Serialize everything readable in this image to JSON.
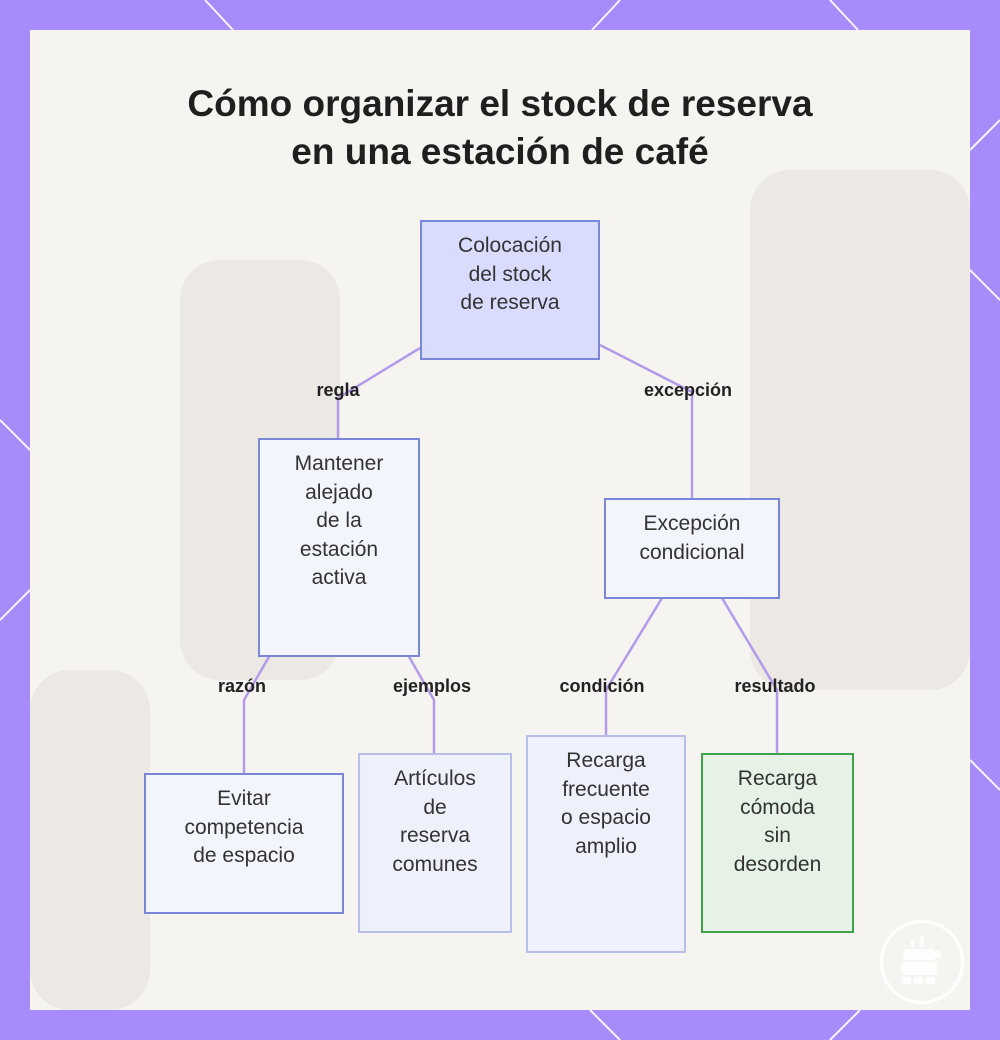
{
  "title": {
    "line1": "Cómo organizar el stock de reserva",
    "line2": "en una estación de café"
  },
  "nodes": {
    "root": "Colocación\ndel stock\nde reserva",
    "rule": "Mantener\nalejado\nde la\nestación\nactiva",
    "exception": "Excepción\ncondicional",
    "reason": "Evitar\ncompetencia\nde espacio",
    "examples": "Artículos\nde\nreserva\ncomunes",
    "condition": "Recarga\nfrecuente\no espacio\namplio",
    "result": "Recarga\ncómoda\nsin\ndesorden"
  },
  "edges": {
    "rule": "regla",
    "exception": "excepción",
    "reason": "razón",
    "examples": "ejemplos",
    "condition": "condición",
    "result": "resultado"
  },
  "colors": {
    "frame": "#a78bfa",
    "connector": "#b39ae8",
    "root_fill": "#d9dcff",
    "node_border": "#7a86d6",
    "result_border": "#3fa24a"
  },
  "icons": {
    "logo": "coffee-machine-icon"
  }
}
